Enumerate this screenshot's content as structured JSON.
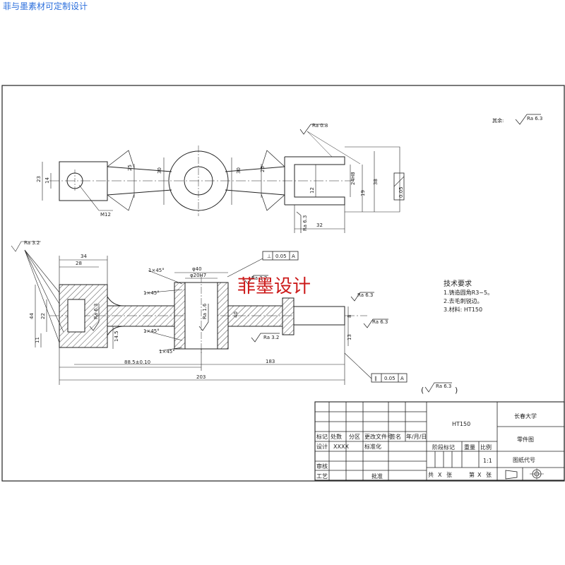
{
  "watermark_top": "菲与墨素材可定制设计",
  "watermark_center": "菲墨设计",
  "roughness": {
    "other": "其余:",
    "ra63": "Ra 6.3",
    "ra32": "Ra 3.2",
    "ra08": "Ra 0.8",
    "ra63_paren": "Ra 6.3"
  },
  "tech": {
    "title": "技术要求",
    "items": [
      "1.铸造圆角R3~5。",
      "2.去毛刺锐边。",
      "3.材料: HT150"
    ]
  },
  "tolerance": {
    "value1": "0.05",
    "datum1": "A",
    "value2": "0.05",
    "datum2": "A"
  },
  "top_view_dims": {
    "d23": "23",
    "d14": "14",
    "d25a": "25",
    "d30a": "30",
    "d30b": "30",
    "d25b": "25",
    "d24h8": "24H8",
    "d12": "12",
    "d19": "19",
    "d38": "38",
    "d32": "32",
    "d63": "Ra 6.3",
    "m12": "M12",
    "flat": "0.05"
  },
  "front_view_dims": {
    "d34": "34",
    "d28": "28",
    "d44": "44",
    "d22": "22",
    "d11": "11",
    "d145": "14.5",
    "phi40": "φ40",
    "phi20h7": "φ20H7",
    "c1": "1×45°",
    "c2": "1×45°",
    "c3": "1×45°",
    "c4": "1×45°",
    "ra16": "Ra 1.6",
    "d8": "8",
    "d13": "13",
    "d885": "88.5±0.10",
    "d183": "183",
    "d203": "203",
    "d40m": "40"
  },
  "title_block": {
    "material": "HT150",
    "school": "长春大学",
    "name": "零件图",
    "drawing_no": "图纸代号",
    "row_labels": [
      "标记",
      "处数",
      "分区",
      "更改文件号",
      "签名",
      "年/月/日"
    ],
    "design": "设计",
    "xxxx": "XXXX",
    "standard": "标准化",
    "stage": "阶段标记",
    "weight": "重量",
    "ratio": "比例",
    "scale": "1:1",
    "review": "审核",
    "process": "工艺",
    "approve": "批准",
    "total": "共",
    "x1": "X",
    "sheet1": "张",
    "nth": "第",
    "x2": "X",
    "sheet2": "张"
  }
}
